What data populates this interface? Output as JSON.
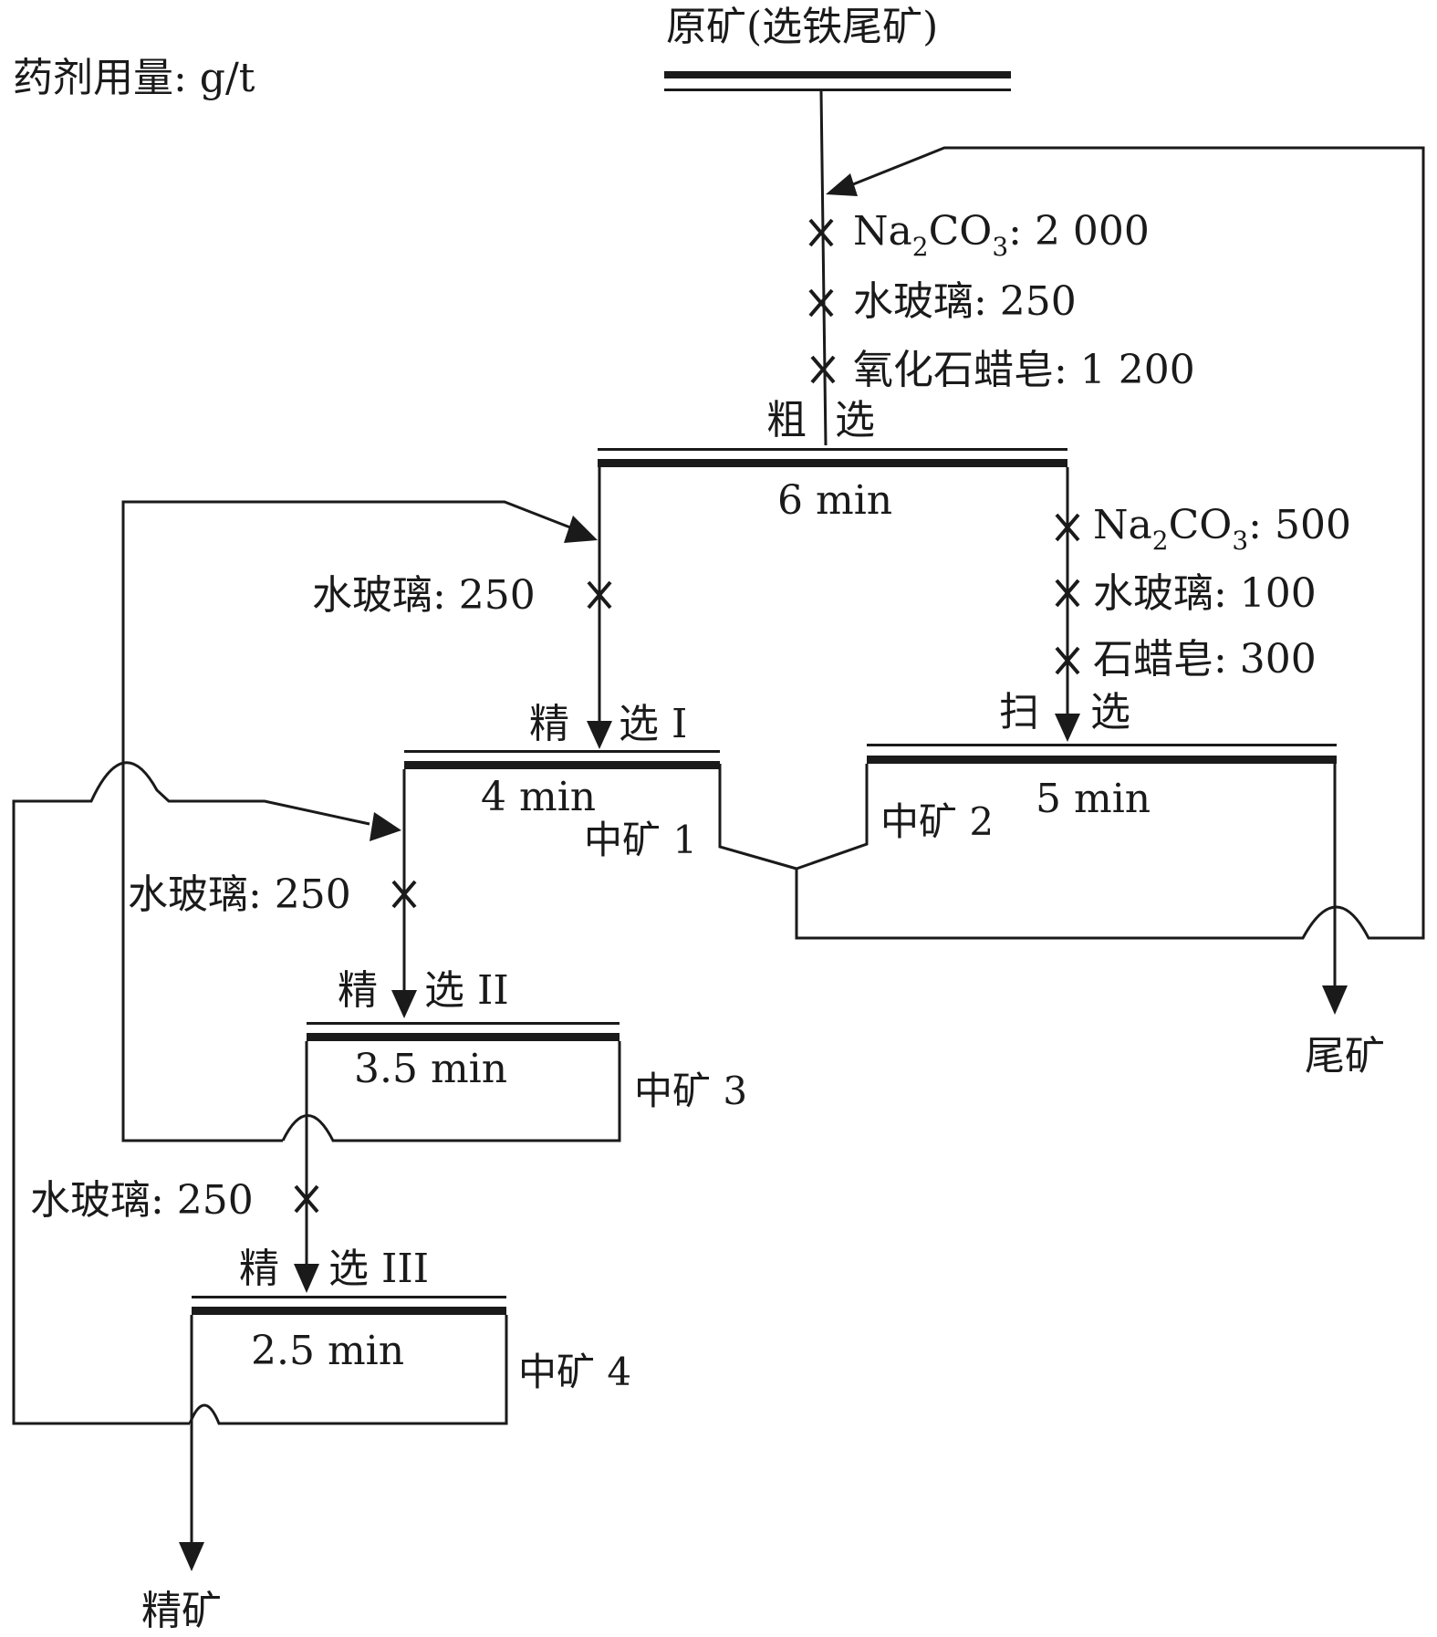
{
  "dosage_note": "药剂用量: g/t",
  "feed_label": "原矿(选铁尾矿)",
  "rougher": {
    "name_a": "粗",
    "name_b": "选",
    "time": "6 min",
    "reagents": [
      {
        "formula": "Na",
        "sub1": "2",
        "mid": "CO",
        "sub2": "3",
        "dose": ": 2 000"
      },
      {
        "name": "水玻璃: 250"
      },
      {
        "name": "氧化石蜡皂: 1 200"
      }
    ]
  },
  "scavenger": {
    "name_a": "扫",
    "name_b": "选",
    "time": "5 min",
    "middling": "中矿 2",
    "reagents": [
      {
        "formula": "Na",
        "sub1": "2",
        "mid": "CO",
        "sub2": "3",
        "dose": ": 500"
      },
      {
        "name": "水玻璃: 100"
      },
      {
        "name": "石蜡皂: 300"
      }
    ]
  },
  "cleaner1": {
    "name_a": "精",
    "name_b": "选 I",
    "time": "4 min",
    "middling": "中矿 1",
    "reagent": "水玻璃: 250"
  },
  "cleaner2": {
    "name_a": "精",
    "name_b": "选 II",
    "time": "3.5 min",
    "middling": "中矿 3",
    "reagent": "水玻璃: 250"
  },
  "cleaner3": {
    "name_a": "精",
    "name_b": "选 III",
    "time": "2.5 min",
    "middling": "中矿 4",
    "reagent": "水玻璃: 250"
  },
  "tailings_label": "尾矿",
  "concentrate_label": "精矿"
}
